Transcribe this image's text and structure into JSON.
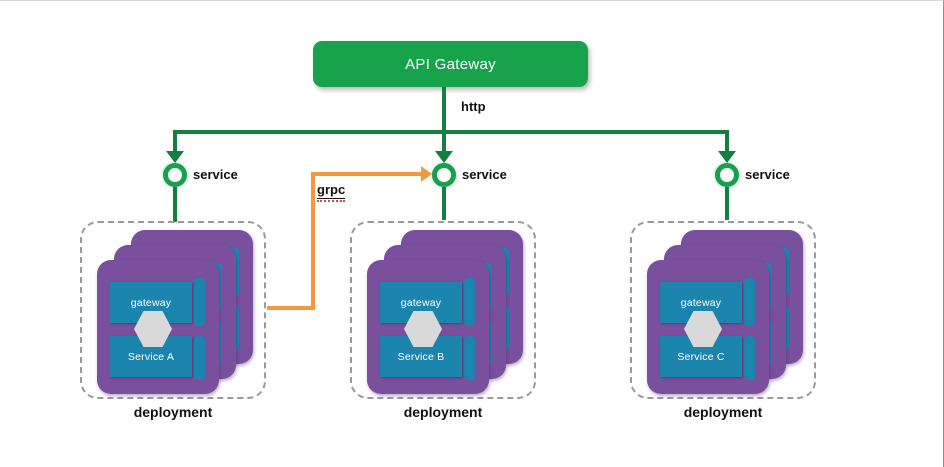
{
  "diagram": {
    "title_node": {
      "label": "API Gateway"
    },
    "links": {
      "http_label": "http",
      "grpc_label": "grpc"
    },
    "services": [
      {
        "label": "service"
      },
      {
        "label": "service"
      },
      {
        "label": "service"
      }
    ],
    "deployments": [
      {
        "label": "deployment",
        "gateway_label": "gateway",
        "service_label": "Service A"
      },
      {
        "label": "deployment",
        "gateway_label": "gateway",
        "service_label": "Service B"
      },
      {
        "label": "deployment",
        "gateway_label": "gateway",
        "service_label": "Service C"
      }
    ],
    "colors": {
      "gateway_green": "#17a24b",
      "line_green": "#157e41",
      "orange": "#f0993e",
      "purple": "#7a4f9d",
      "teal": "#1c85ae",
      "hexagon_gray": "#d9d9d9"
    }
  }
}
